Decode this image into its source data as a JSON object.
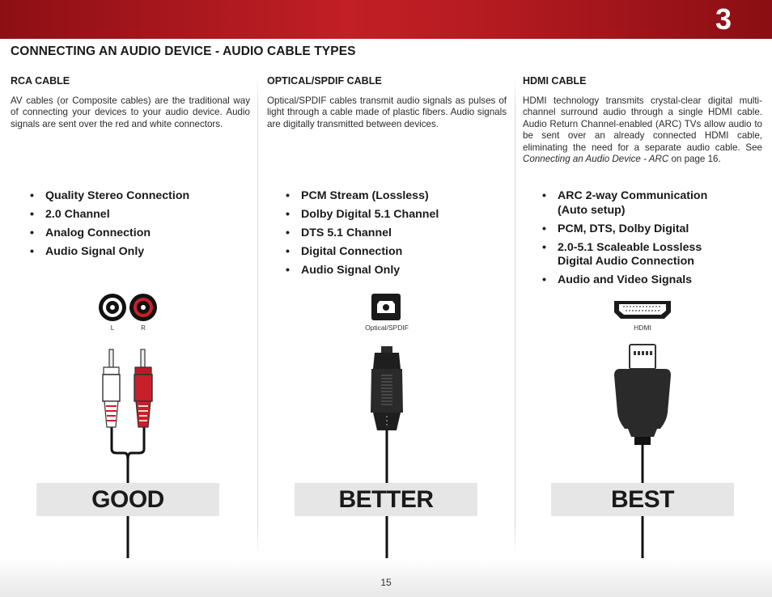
{
  "header": {
    "chapter_number": "3"
  },
  "page_title": "CONNECTING AN AUDIO DEVICE - AUDIO CABLE TYPES",
  "columns": [
    {
      "heading": "RCA CABLE",
      "body": "AV cables (or Composite cables) are the traditional way of connecting your devices to your audio device. Audio signals are sent over the red and white connectors.",
      "features": [
        "Quality Stereo Connection",
        "2.0 Channel",
        "Analog Connection",
        "Audio Signal Only"
      ],
      "port_labels": [
        "L",
        "R"
      ],
      "rating": "GOOD"
    },
    {
      "heading": "OPTICAL/SPDIF CABLE",
      "body": "Optical/SPDIF cables transmit audio signals as pulses of light through a cable made of plastic fibers. Audio signals are digitally transmitted between devices.",
      "features": [
        "PCM Stream (Lossless)",
        "Dolby Digital 5.1 Channel",
        "DTS 5.1 Channel",
        "Digital Connection",
        "Audio Signal Only"
      ],
      "port_label": "Optical/SPDIF",
      "rating": "BETTER"
    },
    {
      "heading": "HDMI CABLE",
      "body_before_link": "HDMI technology transmits crystal-clear digital multi-channel surround audio through a single HDMI cable. Audio Return Channel-enabled (ARC) TVs allow audio to be sent over an already connected HDMI cable, eliminating the need for a separate audio cable. See ",
      "body_link": "Connecting an Audio Device - ARC",
      "body_after_link": " on page 16.",
      "features": [
        "ARC 2-way Communication (Auto setup)",
        "PCM, DTS, Dolby Digital",
        "2.0-5.1 Scaleable Lossless Digital Audio Connection",
        "Audio and Video Signals"
      ],
      "port_label": "HDMI",
      "rating": "BEST"
    }
  ],
  "footer": {
    "page_number": "15"
  },
  "colors": {
    "header_red": "#c21f26",
    "rca_red": "#c8202b",
    "rating_bg": "#e6e6e6"
  }
}
